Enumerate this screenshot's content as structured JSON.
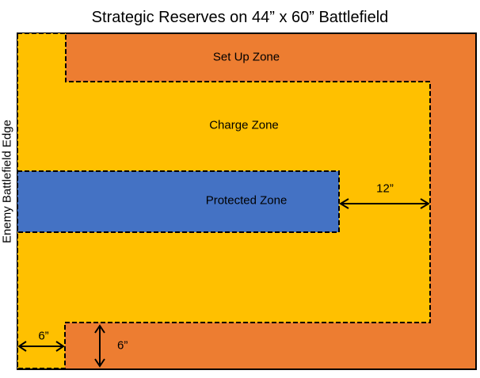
{
  "title": "Strategic Reserves on 44” x 60” Battlefield",
  "edge_label": "Enemy Battlefield Edge",
  "zones": {
    "setup": {
      "label": "Set Up Zone"
    },
    "charge": {
      "label": "Charge Zone"
    },
    "protected": {
      "label": "Protected Zone"
    }
  },
  "dimensions": {
    "protected_to_edge": "12”",
    "reserve_column_width": "6”",
    "setup_strip_depth": "6”"
  },
  "colors": {
    "battlefield_orange": "#ED7D31",
    "charge_yellow": "#FFC000",
    "protected_blue": "#4472C4",
    "outline_black": "#000000",
    "background_white": "#FFFFFF"
  }
}
